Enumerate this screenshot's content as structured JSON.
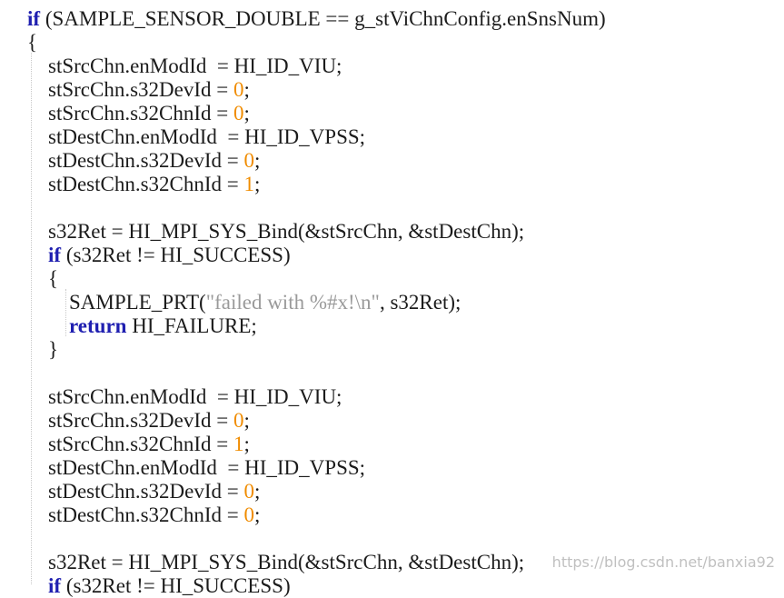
{
  "code_lines": [
    [
      {
        "t": "if",
        "k": "kw"
      },
      {
        "t": " (SAMPLE_SENSOR_DOUBLE == g_stViChnConfig.enSnsNum)",
        "k": ""
      }
    ],
    [
      {
        "t": "{",
        "k": ""
      }
    ],
    [
      {
        "t": "    stSrcChn.enModId  = HI_ID_VIU;",
        "k": ""
      }
    ],
    [
      {
        "t": "    stSrcChn.s32DevId = ",
        "k": ""
      },
      {
        "t": "0",
        "k": "num"
      },
      {
        "t": ";",
        "k": ""
      }
    ],
    [
      {
        "t": "    stSrcChn.s32ChnId = ",
        "k": ""
      },
      {
        "t": "0",
        "k": "num"
      },
      {
        "t": ";",
        "k": ""
      }
    ],
    [
      {
        "t": "    stDestChn.enModId  = HI_ID_VPSS;",
        "k": ""
      }
    ],
    [
      {
        "t": "    stDestChn.s32DevId = ",
        "k": ""
      },
      {
        "t": "0",
        "k": "num"
      },
      {
        "t": ";",
        "k": ""
      }
    ],
    [
      {
        "t": "    stDestChn.s32ChnId = ",
        "k": ""
      },
      {
        "t": "1",
        "k": "num"
      },
      {
        "t": ";",
        "k": ""
      }
    ],
    [],
    [
      {
        "t": "    s32Ret = HI_MPI_SYS_Bind(&stSrcChn, &stDestChn);",
        "k": ""
      }
    ],
    [
      {
        "t": "    ",
        "k": ""
      },
      {
        "t": "if",
        "k": "kw"
      },
      {
        "t": " (s32Ret != HI_SUCCESS)",
        "k": ""
      }
    ],
    [
      {
        "t": "    {",
        "k": ""
      }
    ],
    [
      {
        "t": "        SAMPLE_PRT(",
        "k": ""
      },
      {
        "t": "\"failed with %#x!\\n\"",
        "k": "str"
      },
      {
        "t": ", s32Ret);",
        "k": ""
      }
    ],
    [
      {
        "t": "        ",
        "k": ""
      },
      {
        "t": "return",
        "k": "kw"
      },
      {
        "t": " HI_FAILURE;",
        "k": ""
      }
    ],
    [
      {
        "t": "    }",
        "k": ""
      }
    ],
    [],
    [
      {
        "t": "    stSrcChn.enModId  = HI_ID_VIU;",
        "k": ""
      }
    ],
    [
      {
        "t": "    stSrcChn.s32DevId = ",
        "k": ""
      },
      {
        "t": "0",
        "k": "num"
      },
      {
        "t": ";",
        "k": ""
      }
    ],
    [
      {
        "t": "    stSrcChn.s32ChnId = ",
        "k": ""
      },
      {
        "t": "1",
        "k": "num"
      },
      {
        "t": ";",
        "k": ""
      }
    ],
    [
      {
        "t": "    stDestChn.enModId  = HI_ID_VPSS;",
        "k": ""
      }
    ],
    [
      {
        "t": "    stDestChn.s32DevId = ",
        "k": ""
      },
      {
        "t": "0",
        "k": "num"
      },
      {
        "t": ";",
        "k": ""
      }
    ],
    [
      {
        "t": "    stDestChn.s32ChnId = ",
        "k": ""
      },
      {
        "t": "0",
        "k": "num"
      },
      {
        "t": ";",
        "k": ""
      }
    ],
    [],
    [
      {
        "t": "    s32Ret = HI_MPI_SYS_Bind(&stSrcChn, &stDestChn);",
        "k": ""
      }
    ],
    [
      {
        "t": "    ",
        "k": ""
      },
      {
        "t": "if",
        "k": "kw"
      },
      {
        "t": " (s32Ret != HI_SUCCESS)",
        "k": ""
      }
    ]
  ],
  "watermark": "https://blog.csdn.net/banxia92",
  "colors": {
    "keyword": "#1f1fb0",
    "number": "#f08c00",
    "string": "#9a9a9a",
    "text": "#1c1c1c",
    "background": "#ffffff"
  }
}
